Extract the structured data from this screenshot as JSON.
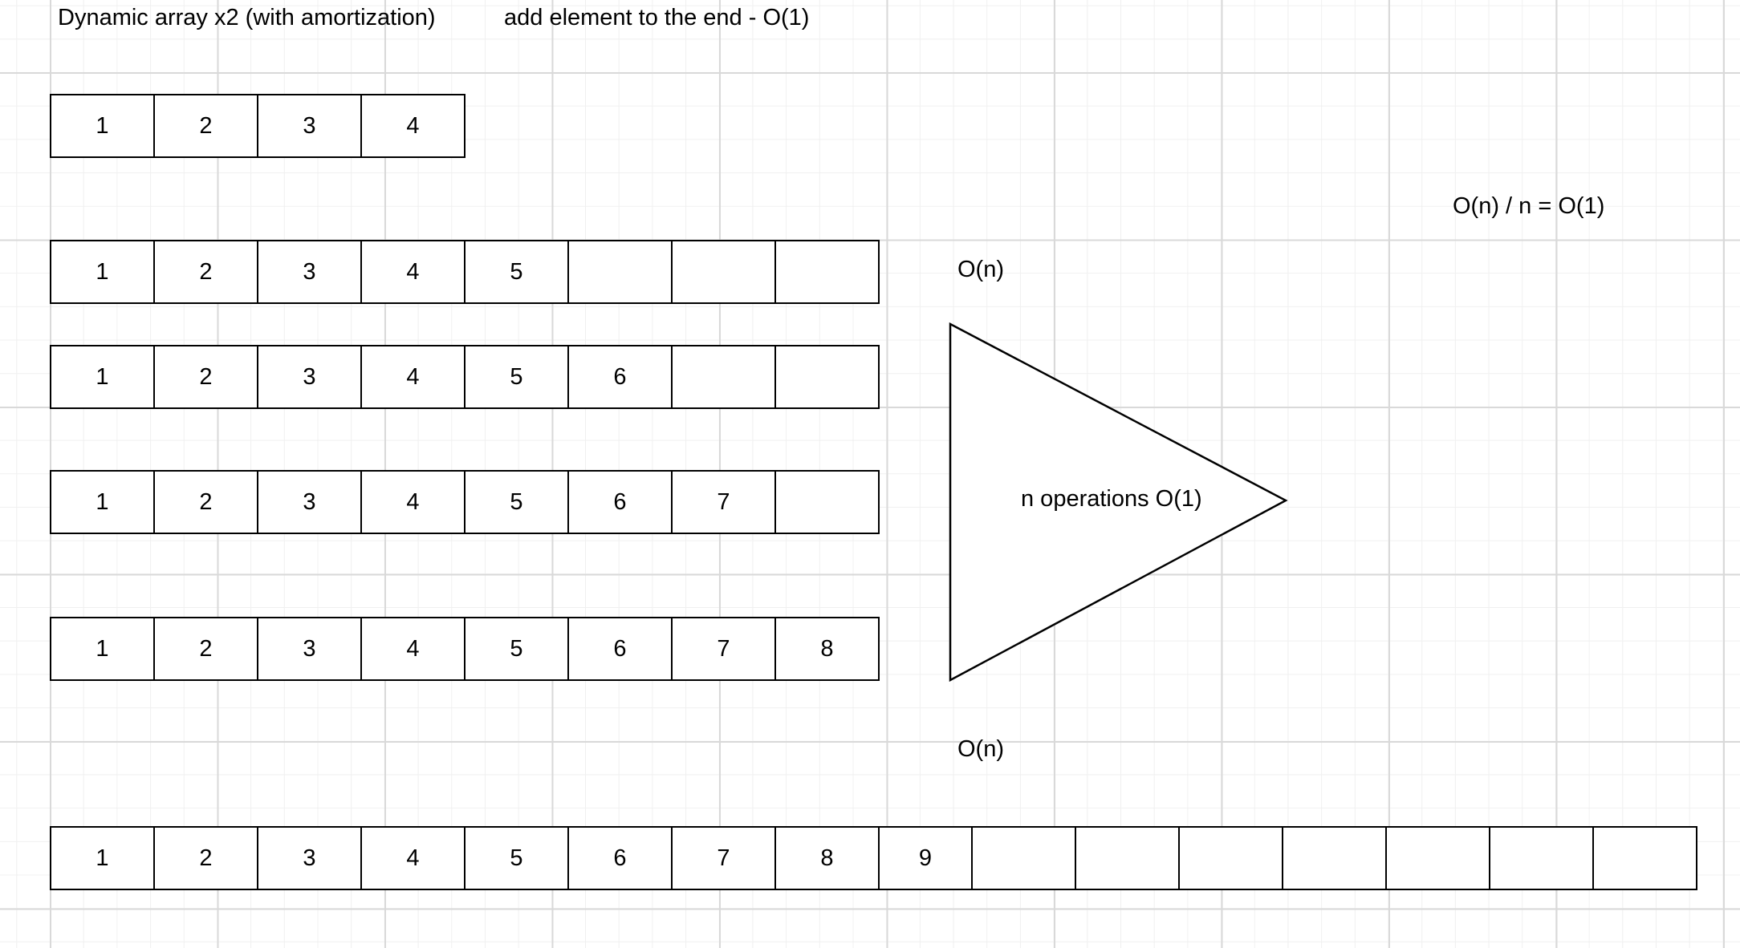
{
  "title": "Dynamic array x2 (with amortization)",
  "subtitle": "add element to the end - O(1)",
  "arrays": [
    {
      "cells": [
        "1",
        "2",
        "3",
        "4"
      ]
    },
    {
      "cells": [
        "1",
        "2",
        "3",
        "4",
        "5",
        "",
        "",
        ""
      ]
    },
    {
      "cells": [
        "1",
        "2",
        "3",
        "4",
        "5",
        "6",
        "",
        ""
      ]
    },
    {
      "cells": [
        "1",
        "2",
        "3",
        "4",
        "5",
        "6",
        "7",
        ""
      ]
    },
    {
      "cells": [
        "1",
        "2",
        "3",
        "4",
        "5",
        "6",
        "7",
        "8"
      ]
    },
    {
      "cells": [
        "1",
        "2",
        "3",
        "4",
        "5",
        "6",
        "7",
        "8",
        "9",
        "",
        "",
        "",
        "",
        "",
        "",
        ""
      ]
    }
  ],
  "labels": {
    "on_top": "O(n)",
    "on_bottom": "O(n)",
    "triangle": "n operations O(1)",
    "amortized": "O(n) / n = O(1)"
  }
}
